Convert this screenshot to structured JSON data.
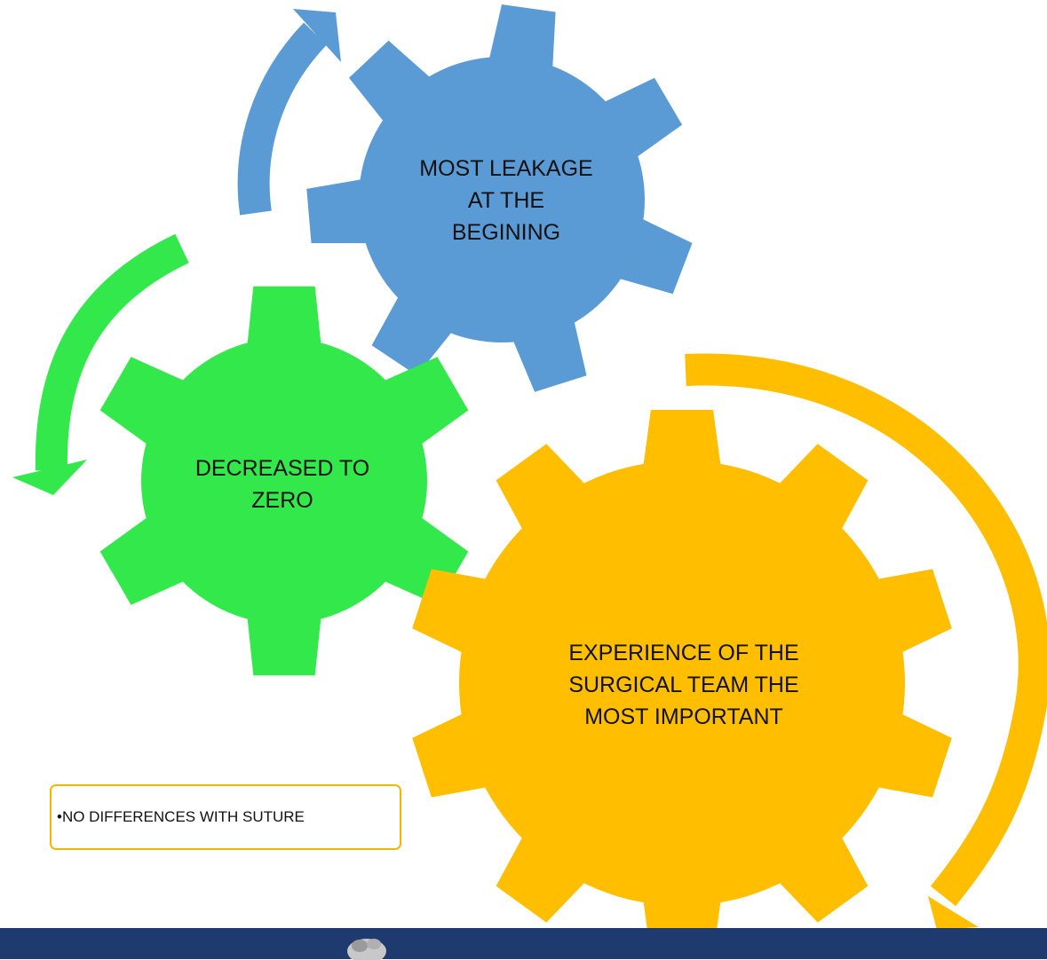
{
  "diagram": {
    "gears": [
      {
        "id": "blue",
        "label_lines": [
          "MOST LEAKAGE",
          "AT THE",
          "BEGINING"
        ],
        "color": "#5b9bd5"
      },
      {
        "id": "green",
        "label_lines": [
          "DECREASED TO",
          "ZERO"
        ],
        "color": "#33e84a"
      },
      {
        "id": "yellow",
        "label_lines": [
          "EXPERIENCE OF THE",
          "SURGICAL TEAM THE",
          "MOST IMPORTANT"
        ],
        "color": "#ffbf00"
      }
    ],
    "arrow_colors": {
      "blue": "#5b9bd5",
      "green": "#33e84a",
      "yellow": "#ffbf00"
    },
    "note": {
      "text": "•NO DIFFERENCES WITH SUTURE",
      "border_color": "#f2b705"
    },
    "footer": {
      "color": "#1f3a6e"
    }
  }
}
